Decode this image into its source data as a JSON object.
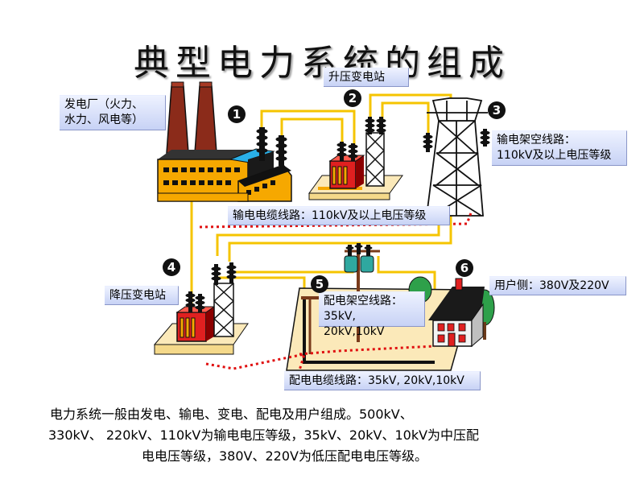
{
  "title": "典型电力系统的组成",
  "labels": {
    "power_plant": "发电厂（火力、\n水力、风电等）",
    "step_up_substation": "升压变电站",
    "overhead_line": "输电架空线路：\n110kV及以上电压等级",
    "cable_line": "输电电缆线路：110kV及以上电压等级",
    "step_down_substation": "降压变电站",
    "distribution_overhead": "配电架空线路：\n35kV, 20kV,10kV",
    "user_side": "用户侧：380V及220V",
    "distribution_cable": "配电电缆线路：35kV, 20kV,10kV"
  },
  "markers": [
    "1",
    "2",
    "3",
    "4",
    "5",
    "6"
  ],
  "description": {
    "line1": "电力系统一般由发电、输电、变电、配电及用户组成。500kV、",
    "line2": "330kV、 220kV、110kV为输电电压等级，35kV、20kV、10kV为中压配",
    "line3": "电电压等级，380V、220V为低压配电电压等级。"
  },
  "colors": {
    "yellow_line": "#f5c400",
    "red_cable": "#e01010",
    "building": "#f6a800",
    "accent_red": "#e02020"
  }
}
